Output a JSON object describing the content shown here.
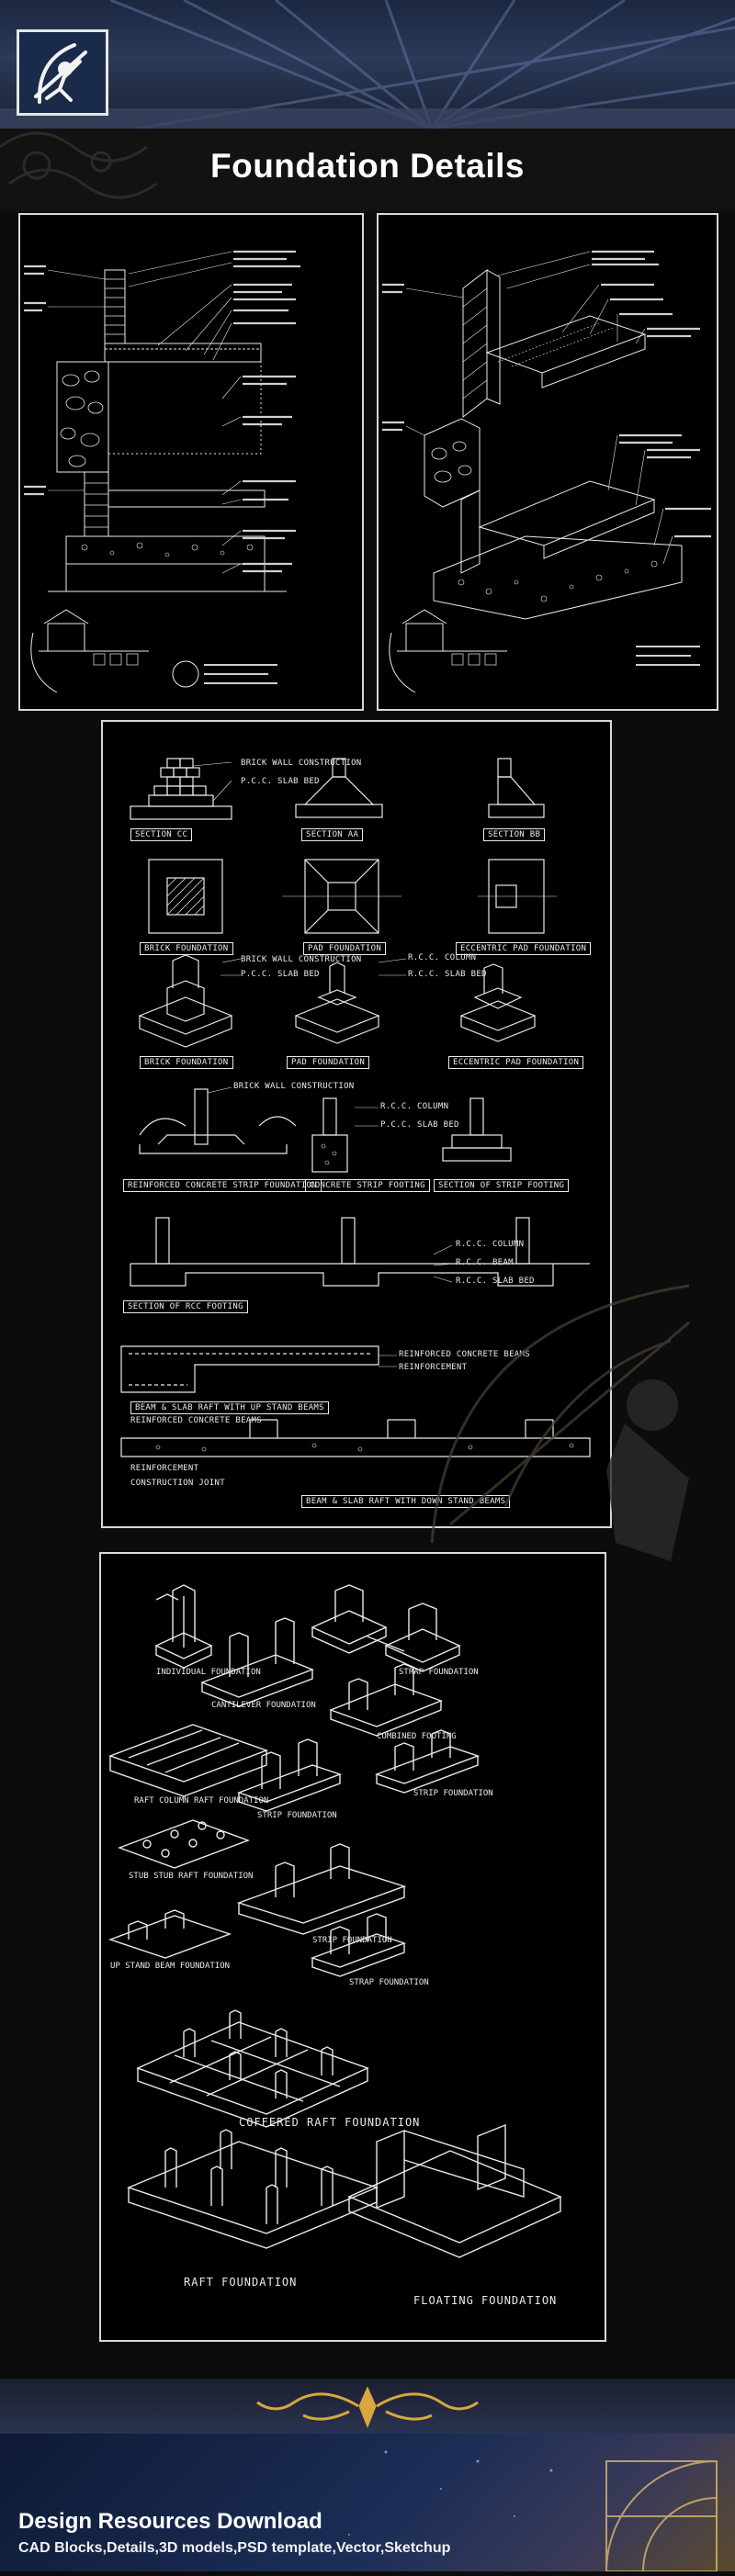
{
  "page": {
    "title": "Foundation Details"
  },
  "footer": {
    "title": "Design Resources Download",
    "subtitle": "CAD Blocks,Details,3D models,PSD template,Vector,Sketchup"
  },
  "sheet3": {
    "labels": {
      "brick_wall_construction": "BRICK WALL CONSTRUCTION",
      "pcc_slab_bed": "P.C.C. SLAB BED",
      "section_cc": "SECTION CC",
      "section_aa": "SECTION AA",
      "section_bb": "SECTION BB",
      "brick_foundation": "BRICK FOUNDATION",
      "pad_foundation": "PAD FOUNDATION",
      "eccentric_pad_foundation": "ECCENTRIC PAD FOUNDATION",
      "rcc_column": "R.C.C. COLUMN",
      "rcc_slab_bed": "R.C.C. SLAB BED",
      "reinforced_concrete_strip": "REINFORCED CONCRETE STRIP FOUNDATION",
      "concrete_strip_footing": "CONCRETE STRIP FOOTING",
      "section_strip_footing": "SECTION OF STRIP FOOTING",
      "rcc_beam": "R.C.C. BEAM",
      "section_rcc_footing": "SECTION OF RCC FOOTING",
      "reinforced_concrete_beams": "REINFORCED CONCRETE BEAMS",
      "reinforcement": "REINFORCEMENT",
      "beam_slab_raft_up": "BEAM & SLAB RAFT WITH UP STAND BEAMS",
      "construction_joint": "CONSTRUCTION JOINT",
      "beam_slab_raft_down": "BEAM & SLAB RAFT WITH DOWN STAND BEAMS"
    }
  },
  "sheet4": {
    "labels": {
      "individual_foundation": "INDIVIDUAL FOUNDATION",
      "strap_foundation": "STRAP FOUNDATION",
      "cantilever_foundation": "CANTILEVER FOUNDATION",
      "combined_footing": "COMBINED FOOTING",
      "raft_column": "RAFT COLUMN RAFT FOUNDATION",
      "strip_foundation": "STRIP FOUNDATION",
      "strip_foundation_b": "STRIP FOUNDATION",
      "stub_raft": "STUB STUB RAFT FOUNDATION",
      "up_stand_beam": "UP STAND BEAM FOUNDATION",
      "strip_foundation_c": "STRIP FOUNDATION",
      "strap_foundation_b": "STRAP FOUNDATION",
      "coffered_raft": "COFFERED RAFT FOUNDATION",
      "raft_foundation": "RAFT FOUNDATION",
      "floating_foundation": "FLOATING FOUNDATION"
    }
  },
  "colors": {
    "background": "#0c0c0d",
    "linework": "#eaeaea",
    "sheet_border": "#d8d8d8",
    "header_blue": "#2b3a58",
    "footer_blue": "#1c2e57"
  }
}
